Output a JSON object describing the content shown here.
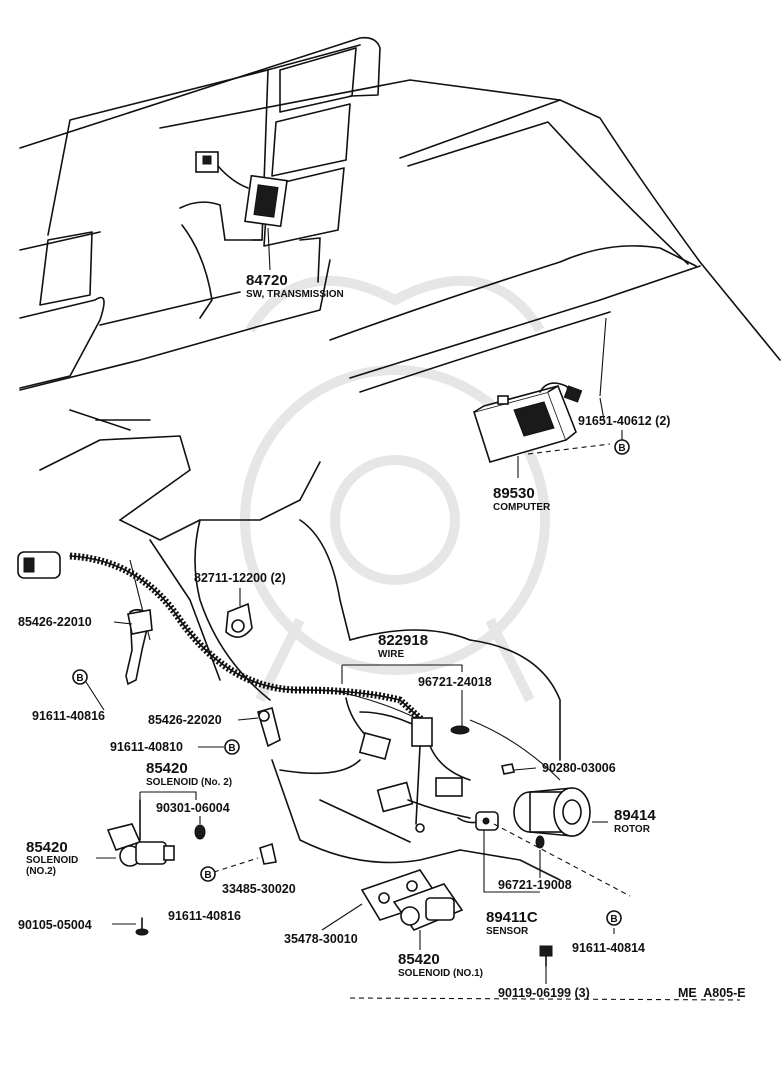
{
  "diagram": {
    "labels": {
      "sw_transmission_num": "84720",
      "sw_transmission_desc": "SW, TRANSMISSION",
      "screw_91651": "91651-40612 (2)",
      "computer_num": "89530",
      "computer_desc": "COMPUTER",
      "clamp_82711": "82711-12200 (2)",
      "wire_num": "822918",
      "wire_desc": "WIRE",
      "bracket_85426_a": "85426-22010",
      "grommet_96721_a": "96721-24018",
      "bolt_91611_40816_a": "91611-40816",
      "bracket_85426_b": "85426-22020",
      "bolt_91611_40810": "91611-40810",
      "clip_90280": "90280-03006",
      "solenoid2_num_top": "85420",
      "solenoid2_desc_top": "SOLENOID (No. 2)",
      "rotor_num": "89414",
      "rotor_desc": "ROTOR",
      "oring_90301": "90301-06004",
      "solenoid2_num_left": "85420",
      "solenoid2_desc_left_1": "SOLENOID",
      "solenoid2_desc_left_2": "(NO.2)",
      "plate_33485": "33485-30020",
      "grommet_96721_b": "96721-19008",
      "bolt_91611_40816_b": "91611-40816",
      "sensor_num": "89411C",
      "sensor_desc": "SENSOR",
      "bolt_90105": "90105-05004",
      "gasket_35478": "35478-30010",
      "bolt_91611_40814": "91611-40814",
      "solenoid1_num": "85420",
      "solenoid1_desc": "SOLENOID (NO.1)",
      "bolt_90119": "90119-06199 (3)",
      "ref_code": "ME  A805-E",
      "circle_letter": "B"
    }
  }
}
